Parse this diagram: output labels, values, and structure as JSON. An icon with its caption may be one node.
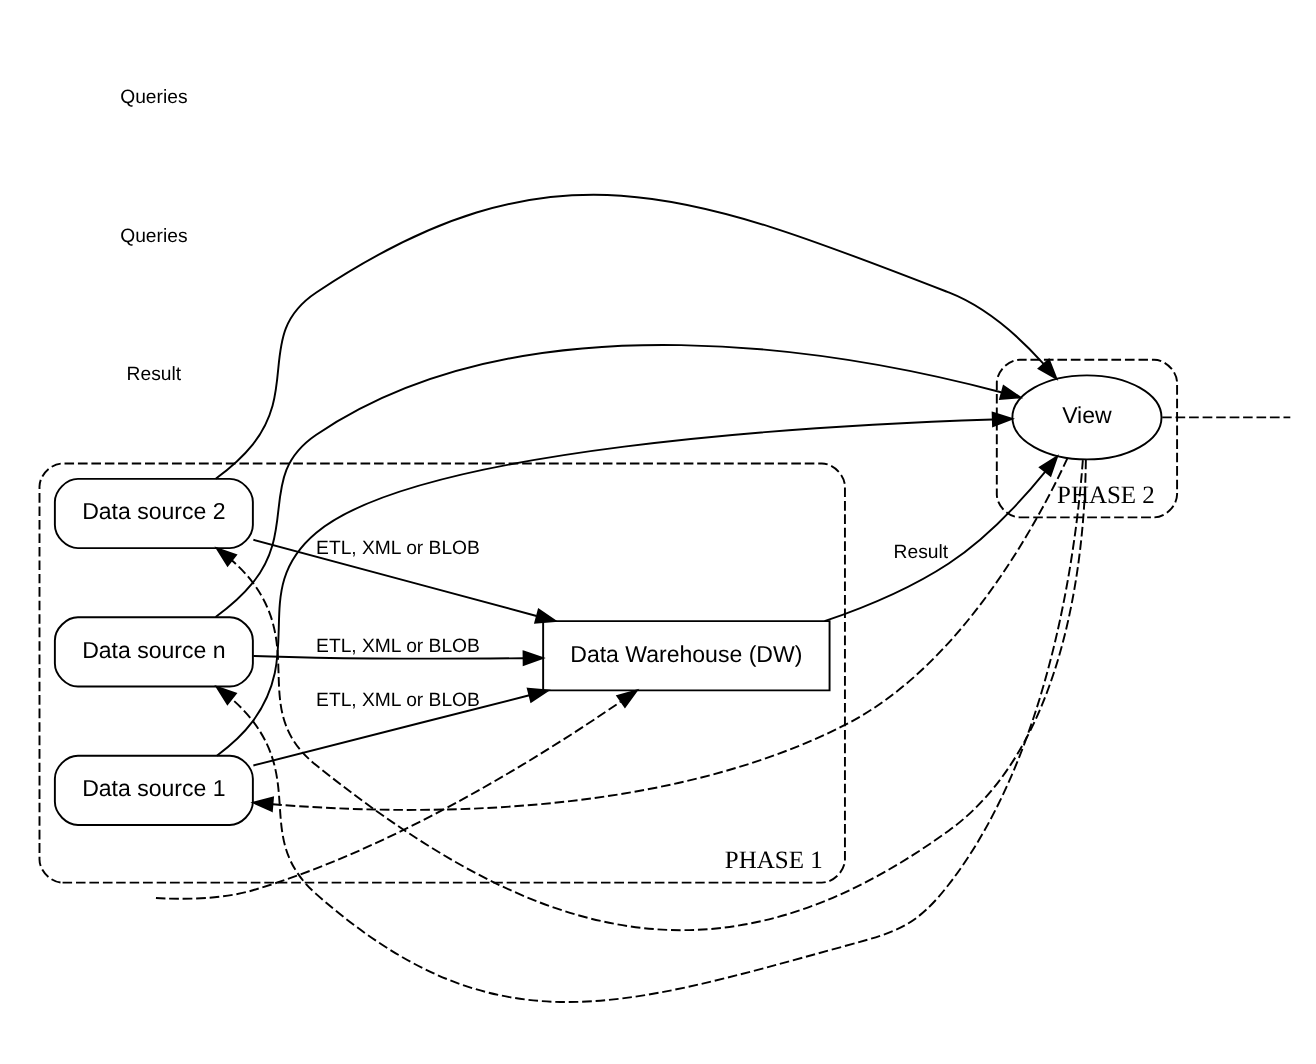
{
  "diagram": {
    "nodes": [
      {
        "text": [
          "PHASE 1"
        ]
      },
      {
        "text": [
          "Data source 1"
        ],
        "in": 0
      },
      {
        "text": [
          "Data source 2"
        ],
        "in": 0
      },
      {
        "text": [
          "Data source n"
        ],
        "in": 0
      },
      {
        "text": [
          "Data Warehouse (DW)"
        ],
        "in": 0
      },
      {
        "text": [
          "PHASE 2"
        ]
      },
      {
        "text": [
          "View"
        ],
        "in": 5
      }
    ],
    "edges": [
      {
        "from": 1,
        "to": 4,
        "arrow": "to",
        "label": "ETL, XML or BLOB"
      },
      {
        "from": 2,
        "to": 4,
        "arrow": "to",
        "label": "ETL, XML or BLOB"
      },
      {
        "from": 3,
        "to": 4,
        "arrow": "to",
        "label": "ETL, XML or BLOB"
      },
      {
        "from": 4,
        "to": 6,
        "arrow": "to",
        "label": "Result"
      },
      {
        "from": 1,
        "to": 6,
        "arrow": "to"
      },
      {
        "from": 2,
        "to": 6,
        "arrow": "to"
      },
      {
        "from": 3,
        "to": 6,
        "arrow": "to"
      },
      {
        "from": 6,
        "to": 1,
        "arrow": "to",
        "style": "dashed"
      },
      {
        "from": 6,
        "to": 2,
        "arrow": "to",
        "style": "dashed"
      },
      {
        "from": 6,
        "to": 3,
        "arrow": "to",
        "style": "dashed"
      },
      {
        "from": null,
        "to": 4,
        "arrow": "to",
        "style": "dashed"
      },
      {
        "from": 6,
        "to": null,
        "arrow": "none",
        "style": "dashed"
      }
    ],
    "labels": [
      "Result",
      "Queries",
      "Queries"
    ]
  }
}
